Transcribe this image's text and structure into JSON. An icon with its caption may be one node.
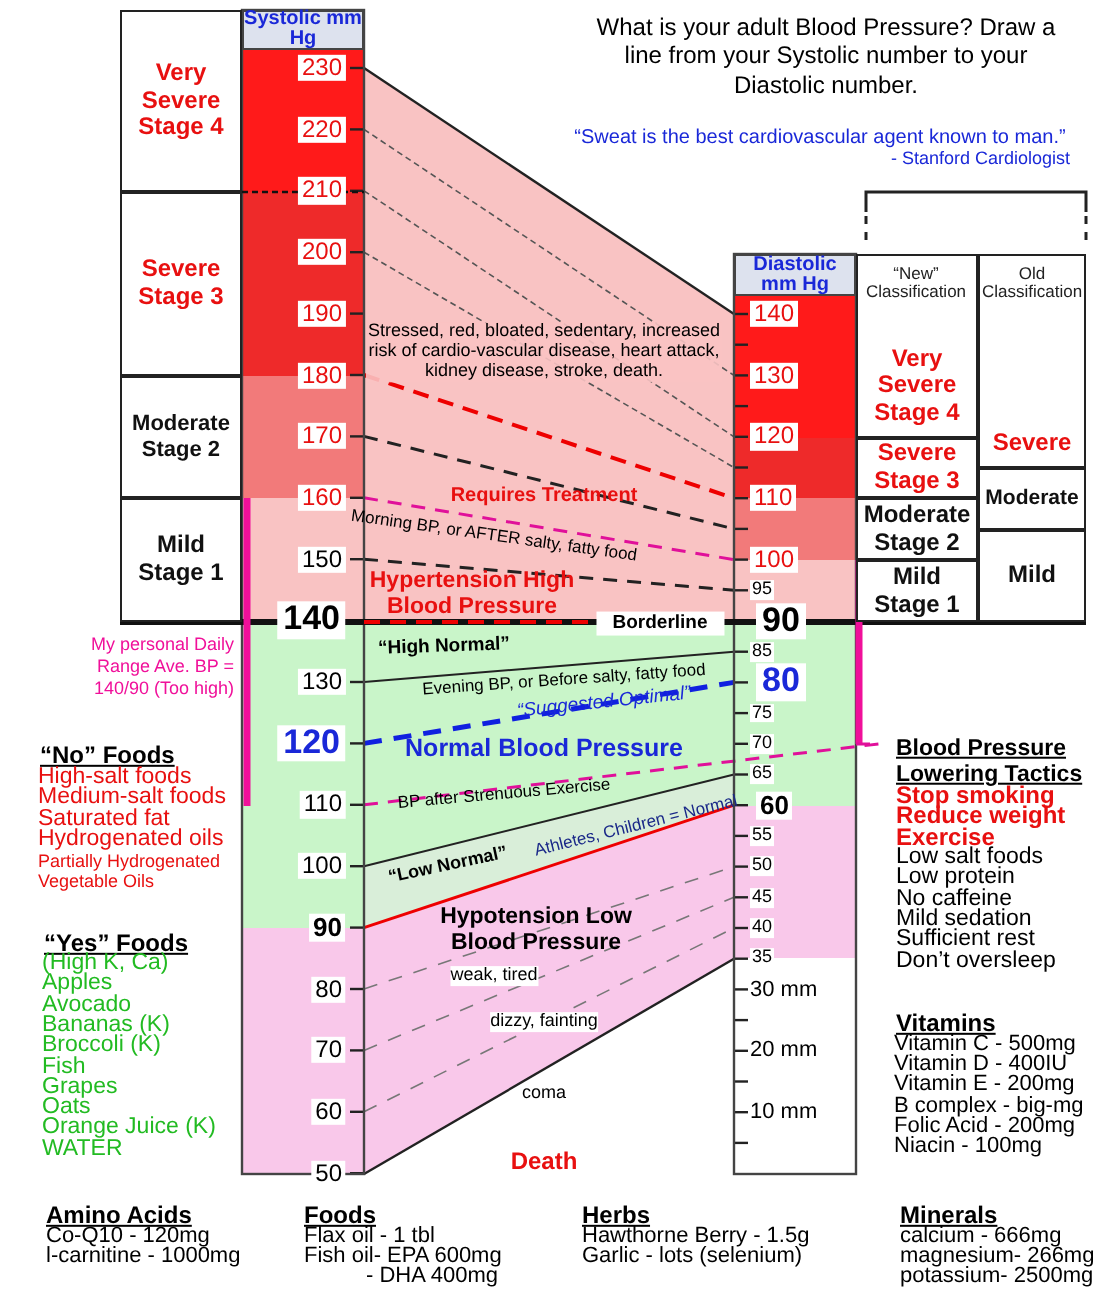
{
  "diagram": {
    "title": "What is your adult Blood Pressure? Draw a line from your Systolic number to your Diastolic number.",
    "nodes": [
      {
        "text": [
          "Systolic mm Hg"
        ]
      },
      {
        "text": [
          "Very Severe Stage 4"
        ]
      },
      {
        "text": [
          "Severe Stage 3"
        ]
      },
      {
        "text": [
          "Moderate Stage 2"
        ]
      },
      {
        "text": [
          "Mild Stage 1"
        ]
      },
      {
        "text": [
          "Diastolic mm Hg"
        ]
      },
      {
        "text": [
          "Very Severe Stage 4"
        ]
      },
      {
        "text": [
          "Severe Stage 3"
        ]
      },
      {
        "text": [
          "Moderate Stage 2"
        ]
      },
      {
        "text": [
          "Mild Stage 1"
        ]
      },
      {
        "text": [
          "Severe"
        ]
      },
      {
        "text": [
          "Moderate"
        ]
      },
      {
        "text": [
          "Mild"
        ]
      }
    ],
    "labels": [
      "“Sweat is the best cardiovascular agent known to man.”",
      "- Stanford Cardiologist",
      "“New” Classification",
      "Old Classification",
      "230",
      "220",
      "210",
      "200",
      "190",
      "180",
      "170",
      "160",
      "150",
      "140",
      "130",
      "120",
      "110",
      "100",
      "90",
      "80",
      "70",
      "60",
      "50",
      "140",
      "130",
      "120",
      "110",
      "100",
      "95",
      "90",
      "85",
      "80",
      "75",
      "70",
      "65",
      "60",
      "55",
      "50",
      "45",
      "40",
      "35",
      "30 mm",
      "20 mm",
      "10 mm",
      "Stressed, red, bloated, sedentary, increased risk of cardio-vascular disease, heart attack, kidney disease, stroke, death.",
      "Requires Treatment",
      "Morning BP, or AFTER salty, fatty food",
      "Hypertension High Blood Pressure",
      "Borderline",
      "“High Normal”",
      "Evening BP, or Before salty, fatty food",
      "“Suggested Optimal”",
      "Normal Blood Pressure",
      "BP after Strenuous Exercise",
      "“Low Normal”",
      "Athletes, Children = Normal",
      "Hypotension Low Blood Pressure",
      "weak, tired",
      "dizzy, fainting",
      "coma",
      "Death",
      "My personal Daily Range Ave. BP = 140/90 (Too high)",
      "“No” Foods",
      "High-salt foods",
      "Medium-salt foods",
      "Saturated fat",
      "Hydrogenated oils",
      "Partially Hydrogenated Vegetable Oils",
      "“Yes” Foods",
      "(High K, Ca)",
      "Apples",
      "Avocado",
      "Bananas (K)",
      "Broccoli (K)",
      "Fish",
      "Grapes",
      "Oats",
      "Orange Juice (K)",
      "WATER",
      "Blood Pressure Lowering Tactics",
      "Stop smoking",
      "Reduce weight",
      "Exercise",
      "Low salt foods",
      "Low protein",
      "No caffeine",
      "Mild sedation",
      "Sufficient rest",
      "Don’t oversleep",
      "Vitamins",
      "Vitamin C - 500mg",
      "Vitamin D - 400IU",
      "Vitamin E - 200mg",
      "B complex - big-mg",
      "Folic Acid - 200mg",
      "Niacin - 100mg",
      "Amino Acids",
      "Co-Q10 - 120mg",
      "l-carnitine - 1000mg",
      "Foods",
      "Flax oil - 1 tbl",
      "Fish oil- EPA 600mg",
      "- DHA 400mg",
      "Herbs",
      "Hawthorne Berry - 1.5g",
      "Garlic - lots (selenium)",
      "Minerals",
      "calcium - 666mg",
      "magnesium- 266mg",
      "potassium- 2500mg"
    ]
  }
}
